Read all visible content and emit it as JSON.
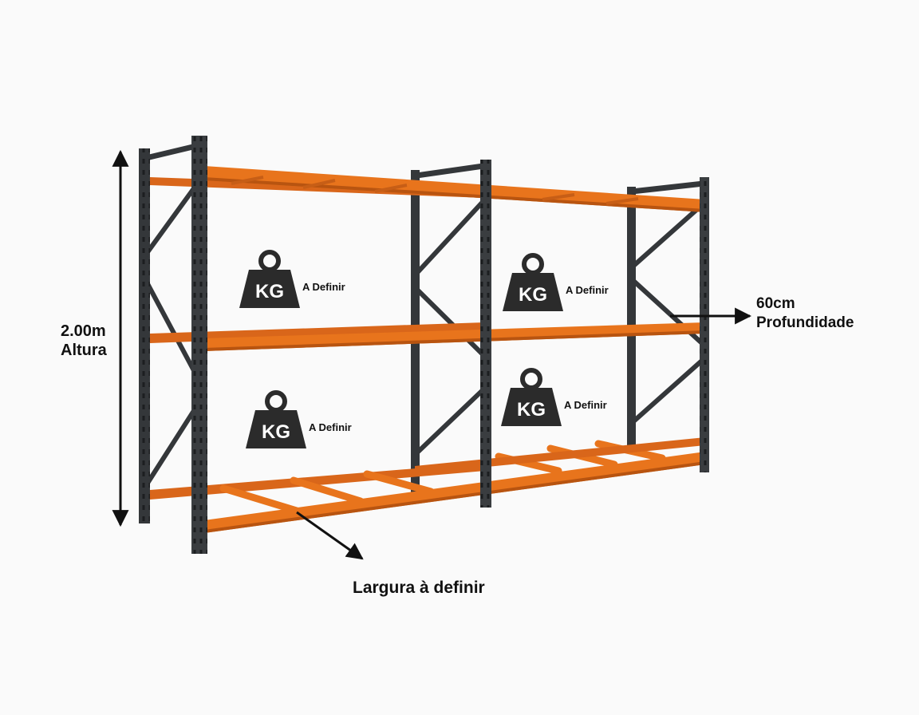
{
  "dimensions": {
    "height_value": "2.00m",
    "height_caption": "Altura",
    "depth_value": "60cm",
    "depth_caption": "Profundidade",
    "width_caption": "Largura à definir"
  },
  "load_badges": [
    {
      "unit": "KG",
      "note": "A Definir"
    },
    {
      "unit": "KG",
      "note": "A Definir"
    },
    {
      "unit": "KG",
      "note": "A Definir"
    },
    {
      "unit": "KG",
      "note": "A Definir"
    }
  ],
  "colors": {
    "beam": "#e8741c",
    "beam_dark": "#b85410",
    "upright": "#3a3d40",
    "badge": "#2b2b2b",
    "text": "#111111"
  }
}
